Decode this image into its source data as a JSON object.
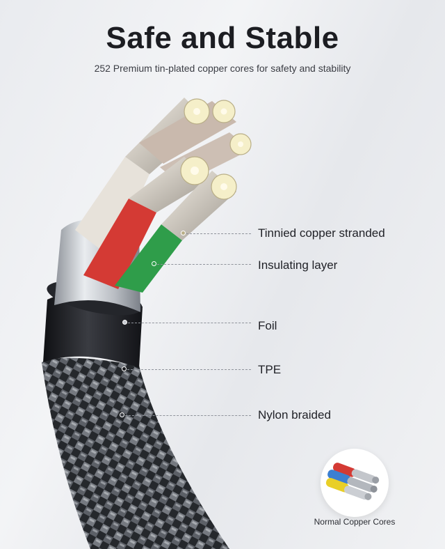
{
  "header": {
    "title": "Safe and Stable",
    "subtitle": "252 Premium tin-plated copper cores for safety and stability"
  },
  "callouts": [
    {
      "label": "Tinnied copper stranded"
    },
    {
      "label": "Insulating layer"
    },
    {
      "label": "Foil"
    },
    {
      "label": "TPE"
    },
    {
      "label": "Nylon braided"
    }
  ],
  "inset": {
    "caption": "Normal Copper Cores",
    "icon": "normal-copper-cores-icon"
  },
  "colors": {
    "title": "#1c1d22",
    "copper_strand": "#e8dfd2",
    "insulation_red": "#d43a34",
    "insulation_green": "#2f9d4a",
    "insulation_white": "#e7e2da",
    "foil": "#c7cbd1",
    "tpe": "#1b1c20",
    "braid": "#3b3e44",
    "leader_line": "#8f939b"
  }
}
